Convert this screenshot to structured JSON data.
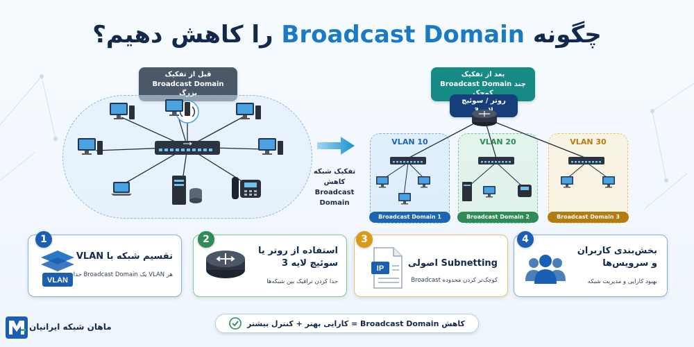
{
  "title": {
    "prefix": "چگونه",
    "highlight": "Broadcast Domain",
    "suffix": "را کاهش دهیم؟"
  },
  "before": {
    "label_line1": "قبل از تفکیک",
    "label_line2": "Broadcast Domain بزرگ"
  },
  "after": {
    "label_line1": "بعد از تفکیک",
    "label_line2": "چند Broadcast Domain کوچک",
    "router_label": "روتر / سوئیچ لایه 3"
  },
  "middle": {
    "line1": "تفکیک شبکه",
    "line2": "کاهش",
    "line3": "Broadcast",
    "line4": "Domain"
  },
  "vlans": [
    {
      "name": "VLAN 10",
      "domain": "Broadcast Domain 1",
      "color": "#1b63b3"
    },
    {
      "name": "VLAN 20",
      "domain": "Broadcast Domain 2",
      "color": "#2e8b57"
    },
    {
      "name": "VLAN 30",
      "domain": "Broadcast Domain 3",
      "color": "#b57a10"
    }
  ],
  "cards": [
    {
      "number": "1",
      "title": "تقسیم شبکه با VLAN",
      "title2": "",
      "desc": "هر VLAN یک Broadcast Domain جدا",
      "icon_text": "VLAN",
      "color": "#1a5fb4"
    },
    {
      "number": "2",
      "title": "استفاده از روتر یا",
      "title2": "سوئیچ لایه 3",
      "desc": "جدا کردن ترافیک بین شبکه‌ها",
      "color": "#2e8b57"
    },
    {
      "number": "3",
      "title": "Subnetting اصولی",
      "title2": "",
      "desc": "کوچک‌تر کردن محدوده Broadcast",
      "icon_text": "IP",
      "color": "#d99a16"
    },
    {
      "number": "4",
      "title": "بخش‌بندی کاربران",
      "title2": "و سرویس‌ها",
      "desc": "بهبود کارایی و مدیریت شبکه",
      "color": "#1a5fb4"
    }
  ],
  "summary": "کاهش Broadcast Domain = کارایی بهتر + کنترل بیشتر",
  "logo": {
    "text": "ماهان شبکه ایرانیان"
  }
}
